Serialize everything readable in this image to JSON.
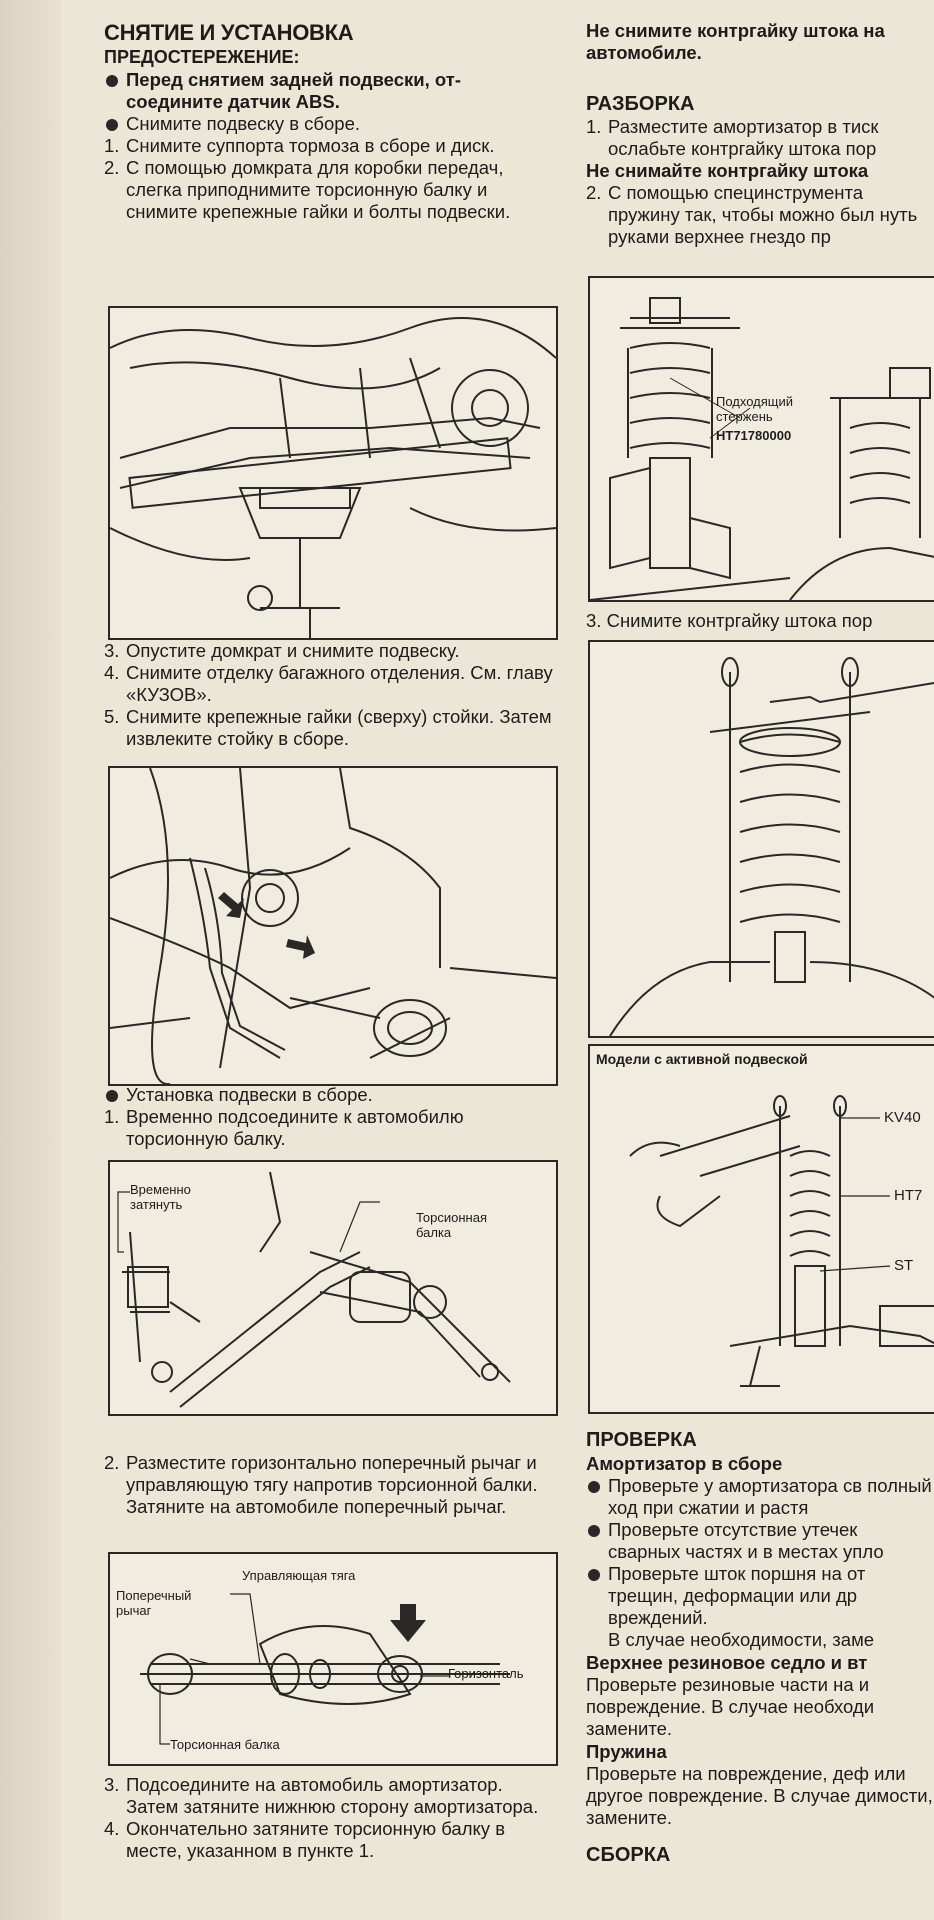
{
  "left": {
    "title": "СНЯТИЕ И УСТАНОВКА",
    "caution": "ПРЕДОСТЕРЕЖЕНИЕ:",
    "caution_items": [
      "Перед снятием задней подвески, от-соедините датчик ABS."
    ],
    "removal_header": "Снимите подвеску в сборе.",
    "steps_a": [
      {
        "n": "1.",
        "t": "Снимите суппорта тормоза в сборе и диск."
      },
      {
        "n": "2.",
        "t": "С помощью домкрата для коробки передач, слегка приподнимите торсионную балку и снимите крепежные гайки и болты подвески."
      }
    ],
    "steps_b": [
      {
        "n": "3.",
        "t": "Опустите домкрат и снимите подвеску."
      },
      {
        "n": "4.",
        "t": "Снимите отделку багажного отделения. См. главу «КУЗОВ»."
      },
      {
        "n": "5.",
        "t": "Снимите крепежные гайки (сверху) стойки. Затем извлеките стойку в сборе."
      }
    ],
    "install_header": "Установка подвески в сборе.",
    "steps_c": [
      {
        "n": "1.",
        "t": "Временно подсоедините к автомобилю торсионную балку."
      }
    ],
    "fig3_labels": {
      "temp": "Временно затянуть",
      "beam": "Торсионная балка"
    },
    "steps_d": [
      {
        "n": "2.",
        "t": "Разместите горизонтально поперечный рычаг и управляющую тягу напротив торсионной балки. Затяните на автомобиле поперечный рычаг."
      }
    ],
    "fig4_labels": {
      "rod": "Управляющая тяга",
      "arm": "Поперечный рычаг",
      "horizontal": "Горизонталь",
      "beam": "Торсионная балка"
    },
    "steps_e": [
      {
        "n": "3.",
        "t": "Подсоедините на автомобиль амортизатор. Затем затяните нижнюю сторону амортизатора."
      },
      {
        "n": "4.",
        "t": "Окончательно затяните торсионную балку в месте, указанном в пункте 1."
      }
    ]
  },
  "right": {
    "top_warning": "Не снимите контргайку штока на автомобиле.",
    "disassembly_title": "РАЗБОРКА",
    "dis_step1": {
      "n": "1.",
      "t": "Разместите амортизатор в тиск ослабьте контргайку штока пор"
    },
    "dis_warning": "Не снимайте контргайку штока",
    "dis_step2": {
      "n": "2.",
      "t": "С помощью специнструмента пружину так, чтобы можно был нуть руками верхнее гнездо пр"
    },
    "fig5_labels": {
      "rod": "Подходящий стержень",
      "code": "HT71780000"
    },
    "dis_step3": {
      "n": "3.",
      "t": "Снимите контргайку штока пор"
    },
    "fig7_labels": {
      "title": "Модели с активной подвеской",
      "kv": "KV40",
      "ht": "HT7",
      "st": "ST"
    },
    "inspection_title": "ПРОВЕРКА",
    "shock_title": "Амортизатор в сборе",
    "shock_items": [
      "Проверьте у амортизатора св полный ход при сжатии и растя",
      "Проверьте отсутствие утечек сварных частях и в местах упло",
      "Проверьте шток поршня на от трещин, деформации или др вреждений."
    ],
    "shock_note": "В случае необходимости, заме",
    "seat_title": "Верхнее резиновое седло и вт",
    "seat_text": "Проверьте резиновые части на и повреждение. В случае необходи замените.",
    "spring_title": "Пружина",
    "spring_text": "Проверьте на повреждение, деф или другое повреждение. В случае димости, замените.",
    "assembly_title": "СБОРКА"
  }
}
